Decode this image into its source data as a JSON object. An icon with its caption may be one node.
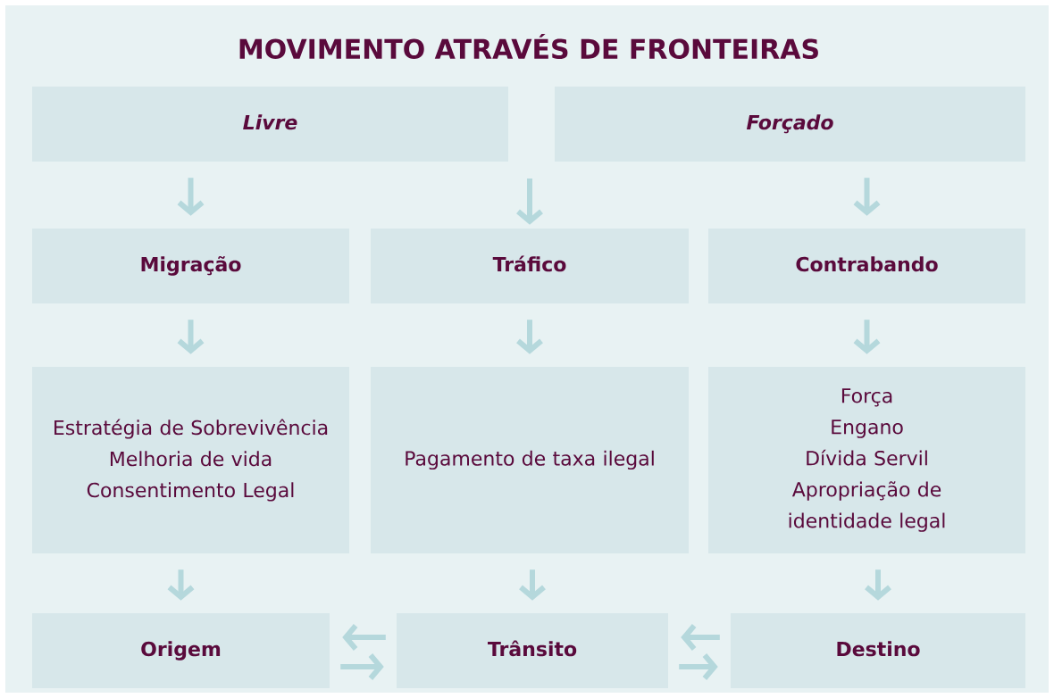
{
  "diagram": {
    "title": "MOVIMENTO ATRAVÉS DE FRONTEIRAS",
    "nodes": [
      {
        "text": [
          "Livre"
        ]
      },
      {
        "text": [
          "Forçado"
        ]
      },
      {
        "text": [
          "Migração"
        ]
      },
      {
        "text": [
          "Tráfico"
        ]
      },
      {
        "text": [
          "Contrabando"
        ]
      },
      {
        "text": [
          "Estratégia de Sobrevivência",
          "Melhoria de vida",
          "Consentimento Legal"
        ]
      },
      {
        "text": [
          "Pagamento de taxa ilegal"
        ]
      },
      {
        "text": [
          "Força",
          "Engano",
          "Dívida Servil",
          "Apropriação de identidade legal"
        ]
      },
      {
        "text": [
          "Origem"
        ]
      },
      {
        "text": [
          "Trânsito"
        ]
      },
      {
        "text": [
          "Destino"
        ]
      }
    ],
    "edges": [
      {
        "from": 0,
        "to": 2,
        "arrow": "to"
      },
      {
        "from": null,
        "to": 3,
        "arrow": "to"
      },
      {
        "from": 1,
        "to": 4,
        "arrow": "to"
      },
      {
        "from": 2,
        "to": 5,
        "arrow": "to"
      },
      {
        "from": 3,
        "to": 6,
        "arrow": "to"
      },
      {
        "from": 4,
        "to": 7,
        "arrow": "to"
      },
      {
        "from": 5,
        "to": 8,
        "arrow": "to"
      },
      {
        "from": 6,
        "to": 9,
        "arrow": "to"
      },
      {
        "from": 7,
        "to": 10,
        "arrow": "to"
      },
      {
        "from": 9,
        "to": 8,
        "arrow": "to"
      },
      {
        "from": 8,
        "to": 9,
        "arrow": "to"
      },
      {
        "from": 10,
        "to": 9,
        "arrow": "to"
      },
      {
        "from": 9,
        "to": 10,
        "arrow": "to"
      }
    ]
  }
}
